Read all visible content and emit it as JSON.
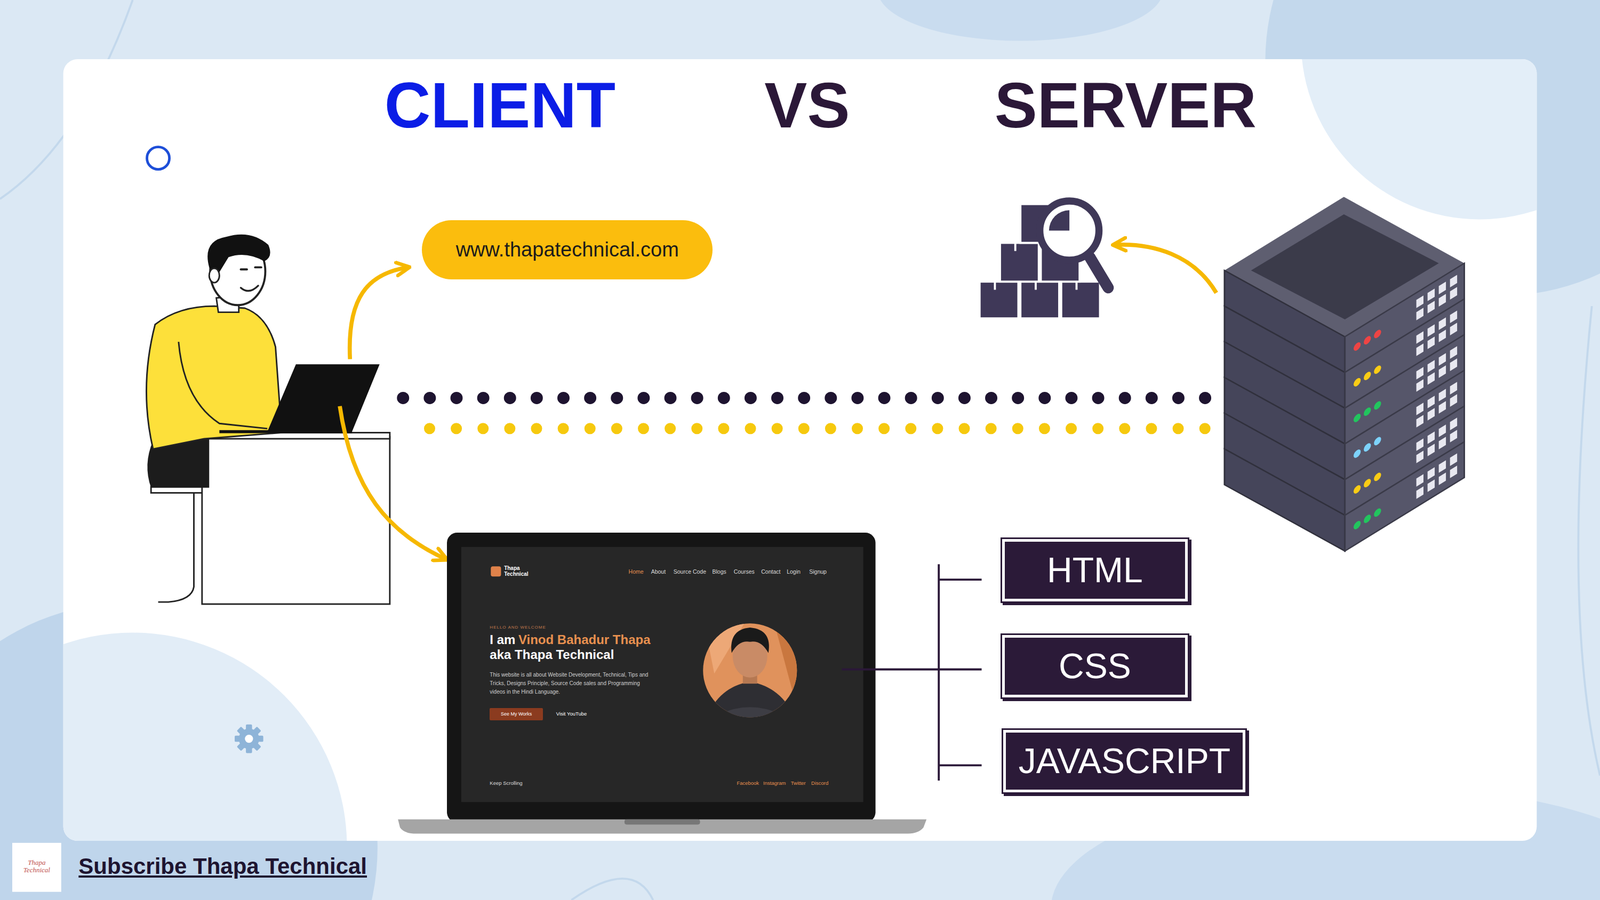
{
  "diagram": {
    "nodes": [
      {
        "text": [
          "www.thapatechnical.com"
        ]
      },
      {
        "text": [
          "See My Works"
        ]
      },
      {
        "text": [
          "HTML"
        ]
      },
      {
        "text": [
          "CSS"
        ]
      },
      {
        "text": [
          "JAVASCRIPT"
        ]
      }
    ],
    "labels": [
      "CLIENT",
      "VS",
      "SERVER",
      "Thapa Technical",
      "Home",
      "About",
      "Source Code",
      "Blogs",
      "Courses",
      "Contact",
      "Login",
      "Signup",
      "HELLO AND WELCOME",
      "I am",
      "Vinod Bahadur Thapa",
      "aka Thapa Technical",
      "This website is all about Website Development, Technical, Tips and Tricks, Designs Principle, Source Code sales and Programming videos in the Hindi Language.",
      "Visit YouTube",
      "Keep Scrolling",
      "Facebook",
      "Instagram",
      "Twitter",
      "Discord",
      "Thapa Technical",
      "Subscribe Thapa Technical"
    ]
  }
}
